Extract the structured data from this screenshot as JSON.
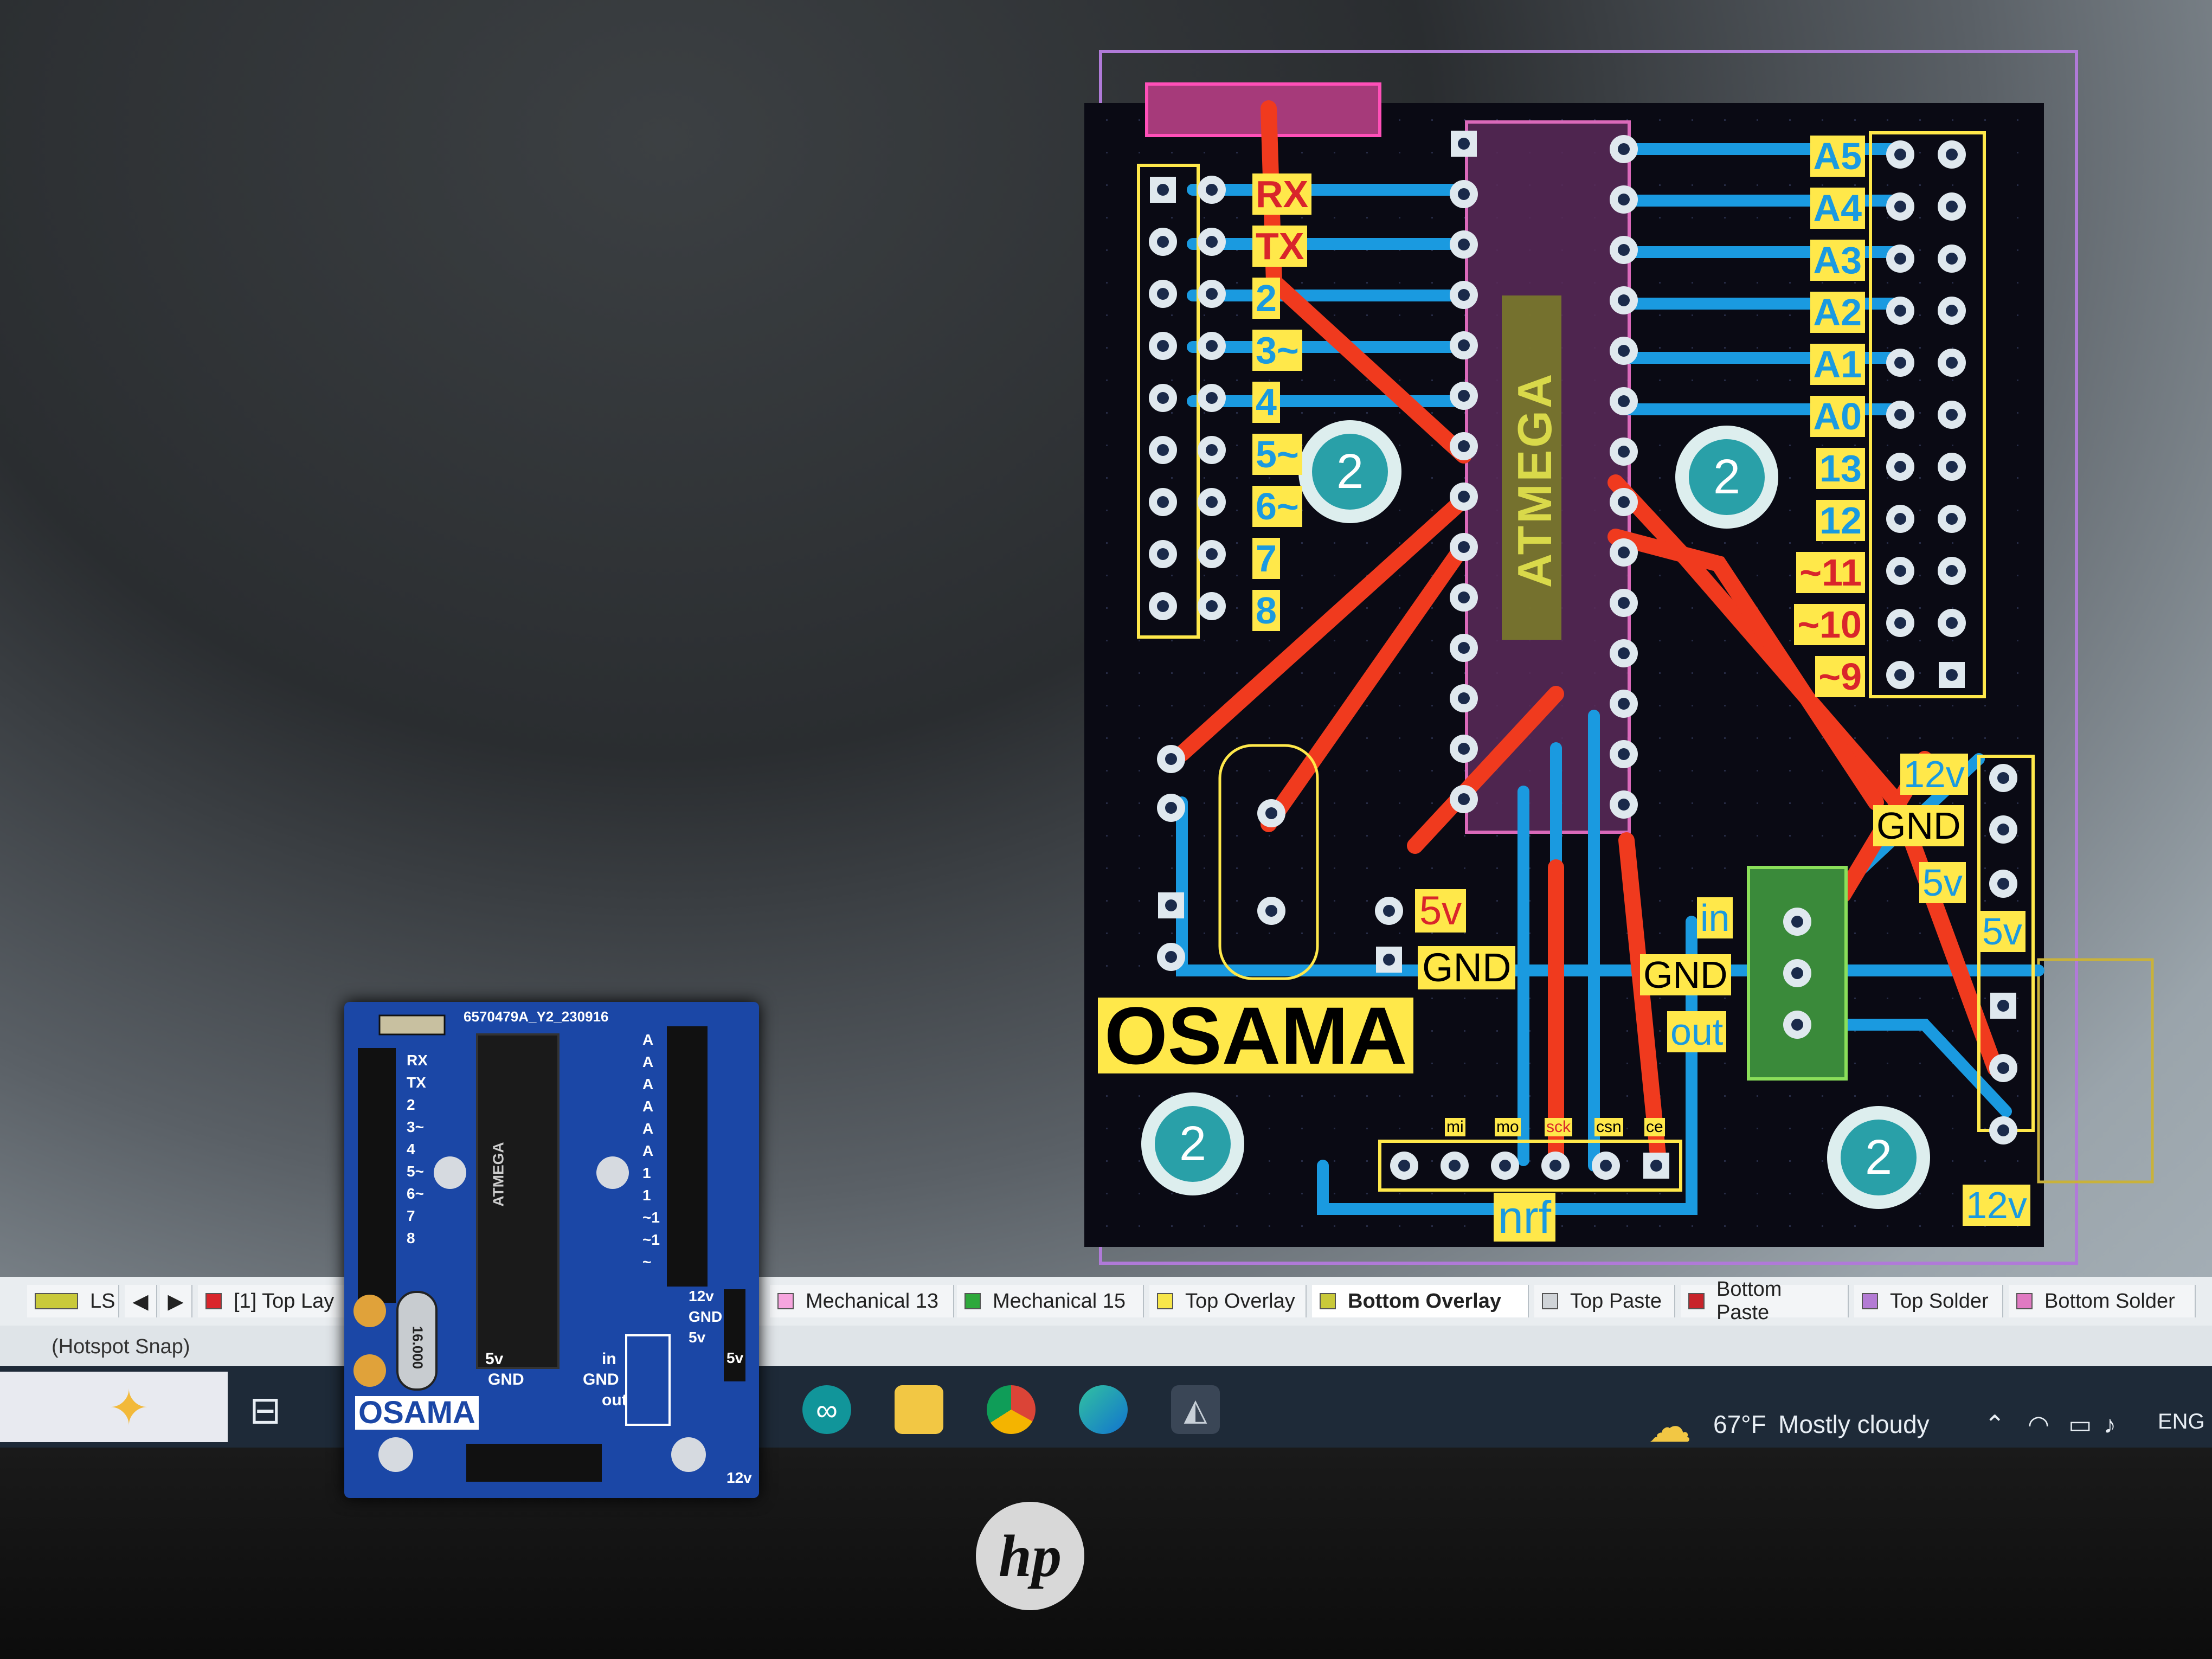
{
  "pcb_view": {
    "left_header_labels": [
      "RX",
      "TX",
      "2",
      "3~",
      "4",
      "5~",
      "6~",
      "7",
      "8"
    ],
    "right_header_labels": [
      "A5",
      "A4",
      "A3",
      "A2",
      "A1",
      "A0",
      "13",
      "12",
      "~11",
      "~10",
      "~9"
    ],
    "chip_label": "ATMEGA",
    "hole_labels": [
      "2",
      "2",
      "2",
      "2"
    ],
    "power_labels": [
      "12v",
      "GND",
      "5v",
      "5v",
      "12v"
    ],
    "small_5v_label": "5v",
    "small_gnd_label": "GND",
    "regulator_labels": [
      "in",
      "GND",
      "out"
    ],
    "osama_label": "OSAMA",
    "nrf_pin_labels": [
      "mi",
      "mo",
      "sck",
      "csn",
      "ce"
    ],
    "nrf_label": "nrf",
    "colors": {
      "board": "#0a0a14",
      "top_copper": "#f03a1e",
      "bottom_copper": "#1a9ae0",
      "overlay": "#ffe84a"
    }
  },
  "layer_tabs": {
    "ls_label": "LS",
    "items": [
      {
        "label": "[1] Top Lay",
        "color": "#d9252b"
      },
      {
        "label": "Mechanical 13",
        "color": "#f6a5de"
      },
      {
        "label": "Mechanical 15",
        "color": "#2ea83b"
      },
      {
        "label": "Top Overlay",
        "color": "#f7e64a"
      },
      {
        "label": "Bottom Overlay",
        "color": "#c9c93a"
      },
      {
        "label": "Top Paste",
        "color": "#d0d4d8"
      },
      {
        "label": "Bottom Paste",
        "color": "#c8232a"
      },
      {
        "label": "Top Solder",
        "color": "#b37bd4"
      },
      {
        "label": "Bottom Solder",
        "color": "#e07ac2"
      }
    ]
  },
  "status_bar": {
    "text": "(Hotspot Snap)"
  },
  "taskbar": {
    "weather_temp": "67°F",
    "weather_text": "Mostly cloudy",
    "language": "ENG",
    "icons": [
      "arduino-icon",
      "file-explorer-icon",
      "chrome-icon",
      "edge-icon",
      "altium-icon"
    ]
  },
  "laptop": {
    "brand": "hp"
  },
  "physical_board": {
    "order_code": "6570479A_Y2_230916",
    "left_labels": [
      "RX",
      "TX",
      "2",
      "3~",
      "4",
      "5~",
      "6~",
      "7",
      "8"
    ],
    "right_labels": [
      "A",
      "A",
      "A",
      "A",
      "A",
      "A",
      "1",
      "1",
      "~1",
      "~1",
      "~"
    ],
    "crystal": "16.000",
    "chip_text": "ATMEGA",
    "labels_5v_gnd": [
      "5v",
      "GND"
    ],
    "reg_labels": [
      "in",
      "GND",
      "out"
    ],
    "power_labels": [
      "12v",
      "GND",
      "5v",
      "5v"
    ],
    "bottom_12v": "12v",
    "osama": "OSAMA"
  }
}
